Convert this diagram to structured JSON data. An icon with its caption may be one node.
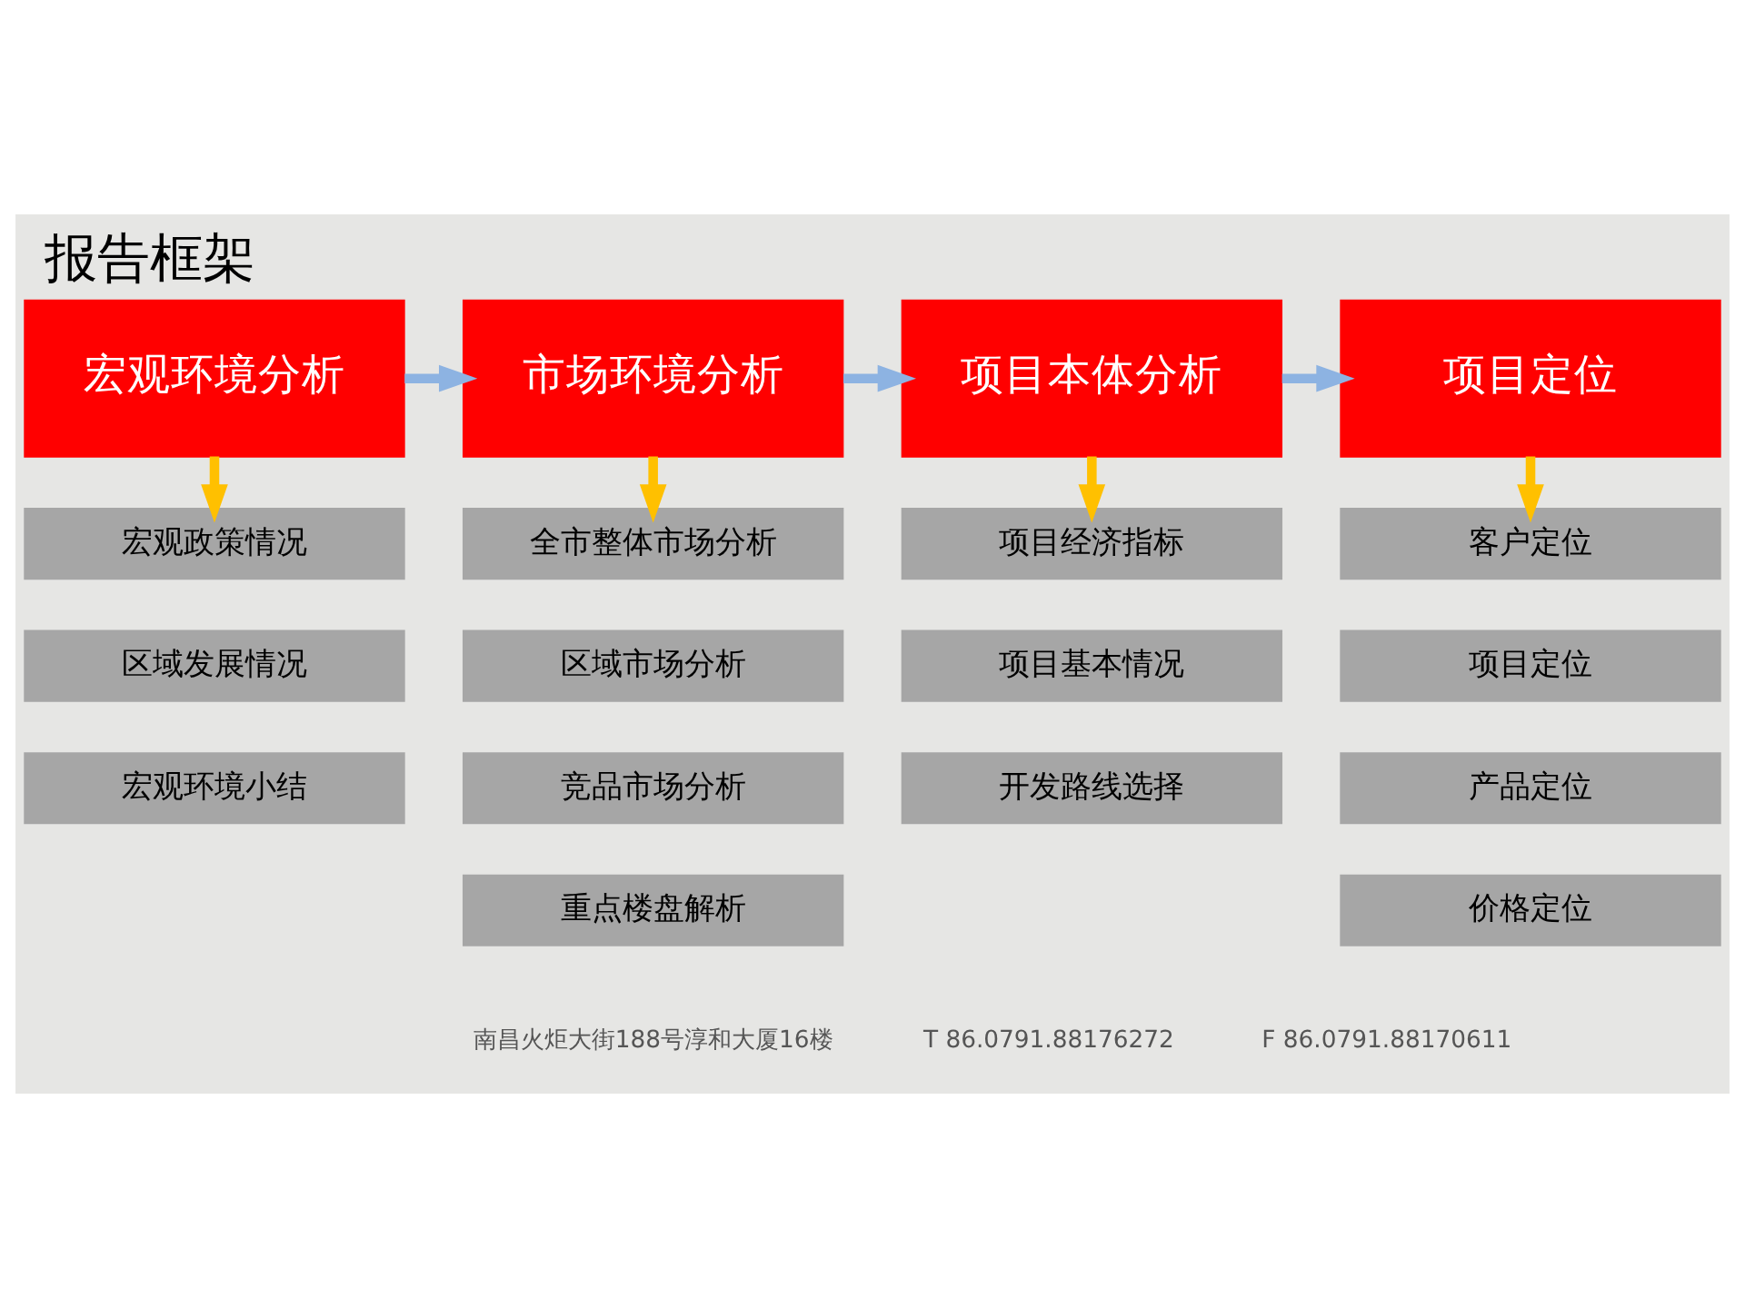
{
  "diagram": {
    "title": "报告框架",
    "nodes": [
      {
        "text": [
          "宏观环境分析"
        ]
      },
      {
        "text": [
          "市场环境分析"
        ]
      },
      {
        "text": [
          "项目本体分析"
        ]
      },
      {
        "text": [
          "项目定位"
        ]
      },
      {
        "text": [
          "宏观政策情况"
        ]
      },
      {
        "text": [
          "区域发展情况"
        ]
      },
      {
        "text": [
          "宏观环境小结"
        ]
      },
      {
        "text": [
          "全市整体市场分析"
        ]
      },
      {
        "text": [
          "区域市场分析"
        ]
      },
      {
        "text": [
          "竞品市场分析"
        ]
      },
      {
        "text": [
          "重点楼盘解析"
        ]
      },
      {
        "text": [
          "项目经济指标"
        ]
      },
      {
        "text": [
          "项目基本情况"
        ]
      },
      {
        "text": [
          "开发路线选择"
        ]
      },
      {
        "text": [
          "客户定位"
        ]
      },
      {
        "text": [
          "项目定位"
        ]
      },
      {
        "text": [
          "产品定位"
        ]
      },
      {
        "text": [
          "价格定位"
        ]
      }
    ],
    "edges": [
      {
        "from": 0,
        "to": 1,
        "arrow": "to",
        "color": "#8db3e2"
      },
      {
        "from": 1,
        "to": 2,
        "arrow": "to",
        "color": "#8db3e2"
      },
      {
        "from": 2,
        "to": 3,
        "arrow": "to",
        "color": "#8db3e2"
      },
      {
        "from": 0,
        "to": 4,
        "arrow": "to",
        "color": "#ffc000"
      },
      {
        "from": 1,
        "to": 7,
        "arrow": "to",
        "color": "#ffc000"
      },
      {
        "from": 2,
        "to": 11,
        "arrow": "to",
        "color": "#ffc000"
      },
      {
        "from": 3,
        "to": 14,
        "arrow": "to",
        "color": "#ffc000"
      }
    ],
    "labels": [
      "南昌火炬大街188号淳和大厦16楼",
      "T 86.0791.88176272",
      "F 86.0791.88170611"
    ]
  }
}
